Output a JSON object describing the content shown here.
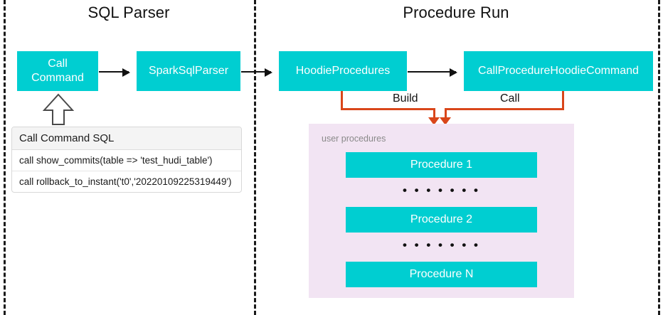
{
  "sections": {
    "left": {
      "title": "SQL Parser"
    },
    "right": {
      "title": "Procedure Run"
    }
  },
  "nodes": {
    "call_command": "Call\nCommand",
    "call_command_line1": "Call",
    "call_command_line2": "Command",
    "spark_sql_parser": "SparkSqlParser",
    "hoodie_procedures": "HoodieProcedures",
    "call_procedure_hoodie_command": "CallProcedureHoodieCommand"
  },
  "connectors": {
    "build_label": "Build",
    "call_label": "Call",
    "arrow_color": "#111111",
    "orange_color": "#D9461A"
  },
  "sql_table": {
    "header": "Call Command SQL",
    "rows": [
      "call show_commits(table => 'test_hudi_table')",
      "call rollback_to_instant('t0','20220109225319449')"
    ]
  },
  "procedures_panel": {
    "caption": "user procedures",
    "background": "#F2E4F3",
    "items": [
      {
        "label": "Procedure 1"
      },
      {
        "label": "Procedure 2"
      },
      {
        "label": "Procedure N"
      }
    ],
    "ellipsis": "• • • • • • •"
  },
  "colors": {
    "box_fill": "#00CED1",
    "box_text": "#ffffff",
    "divider": "#1a1a1a",
    "panel": "#F2E4F3",
    "caption": "#8a8a8a"
  }
}
